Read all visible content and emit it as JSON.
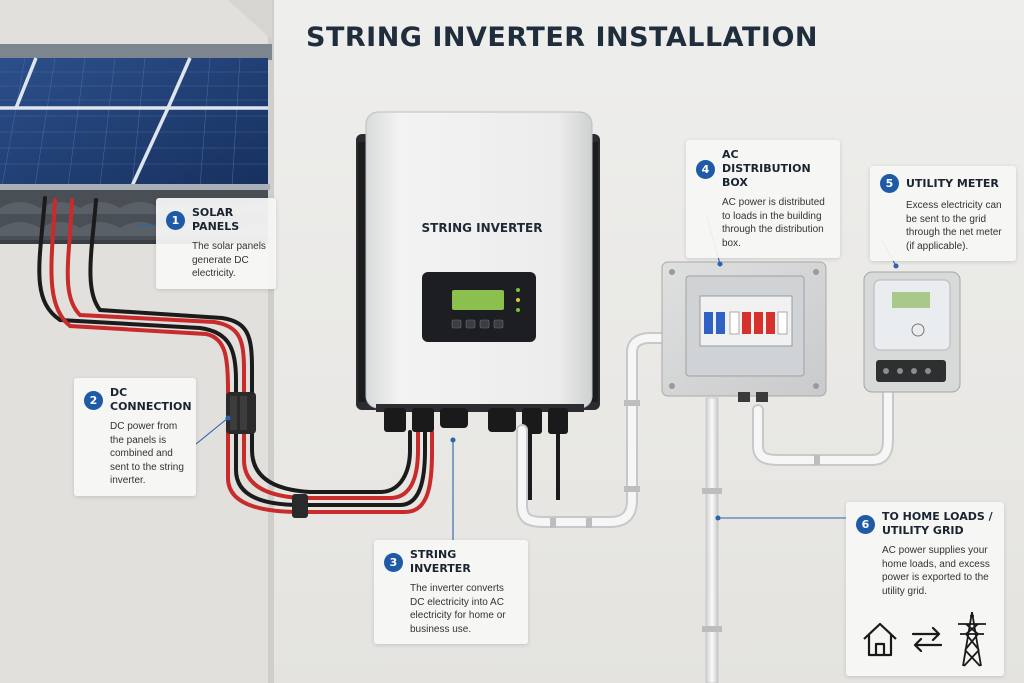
{
  "page": {
    "title": "STRING INVERTER INSTALLATION",
    "inverter_label": "STRING INVERTER"
  },
  "callouts": [
    {
      "number": "1",
      "title": "SOLAR PANELS",
      "text": "The solar panels generate DC electricity."
    },
    {
      "number": "2",
      "title": "DC CONNECTION",
      "text": "DC power from the panels is combined and sent to the string inverter."
    },
    {
      "number": "3",
      "title": "STRING INVERTER",
      "text": "The inverter converts DC electricity into AC electricity for home or business use."
    },
    {
      "number": "4",
      "title": "AC DISTRIBUTION BOX",
      "text": "AC power is distributed to loads in the building through the distribution box."
    },
    {
      "number": "5",
      "title": "UTILITY METER",
      "text": "Excess electricity can be sent to the grid through the net meter (if applicable)."
    },
    {
      "number": "6",
      "title": "TO HOME LOADS / UTILITY GRID",
      "text": "AC power supplies your home loads, and excess power is exported to the utility grid."
    }
  ],
  "icons": [
    "house-icon",
    "exchange-arrows-icon",
    "power-tower-icon"
  ],
  "colors": {
    "accent": "#1e5aa6",
    "title": "#1f2d3d",
    "dc_positive": "#c92a2a",
    "dc_negative": "#1c1c1c",
    "display": "#8bbf4e"
  }
}
